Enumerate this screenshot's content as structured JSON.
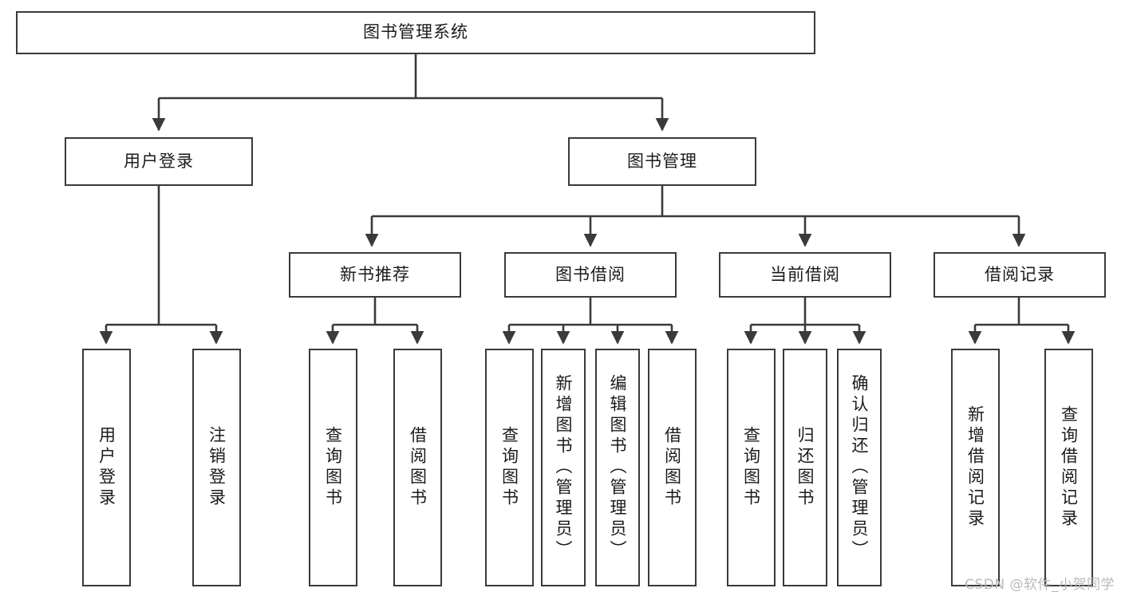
{
  "diagram": {
    "type": "tree-hierarchy",
    "title": "图书管理系统",
    "watermark": "CSDN @软件_小贺同学",
    "colors": {
      "stroke": "#3a3a3a",
      "fill": "#ffffff",
      "text": "#1b1b1b",
      "watermark": "#b9b9b9"
    },
    "levels": {
      "root": {
        "label": "图书管理系统"
      },
      "level2": [
        {
          "label": "用户登录"
        },
        {
          "label": "图书管理"
        }
      ],
      "level3": [
        {
          "label": "新书推荐"
        },
        {
          "label": "图书借阅"
        },
        {
          "label": "当前借阅"
        },
        {
          "label": "借阅记录"
        }
      ],
      "leaves": [
        {
          "label": "用户登录",
          "parent": "用户登录"
        },
        {
          "label": "注销登录",
          "parent": "用户登录"
        },
        {
          "label": "查询图书",
          "parent": "新书推荐"
        },
        {
          "label": "借阅图书",
          "parent": "新书推荐"
        },
        {
          "label": "查询图书",
          "parent": "图书借阅"
        },
        {
          "label": "新增图书（管理员）",
          "parent": "图书借阅"
        },
        {
          "label": "编辑图书（管理员）",
          "parent": "图书借阅"
        },
        {
          "label": "借阅图书",
          "parent": "图书借阅"
        },
        {
          "label": "查询图书",
          "parent": "当前借阅"
        },
        {
          "label": "归还图书",
          "parent": "当前借阅"
        },
        {
          "label": "确认归还（管理员）",
          "parent": "当前借阅"
        },
        {
          "label": "新增借阅记录",
          "parent": "借阅记录"
        },
        {
          "label": "查询借阅记录",
          "parent": "借阅记录"
        }
      ]
    }
  }
}
